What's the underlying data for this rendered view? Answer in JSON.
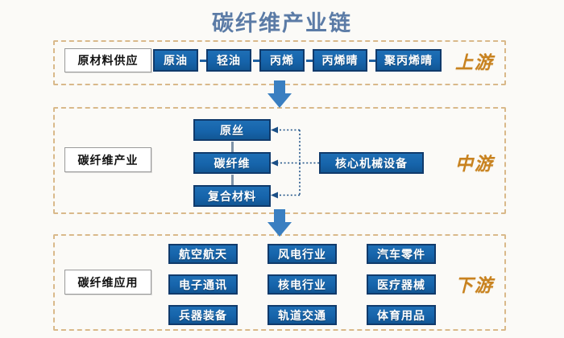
{
  "title": "碳纤维产业链",
  "colors": {
    "background": "#fbfaf7",
    "title": "#5b7ba6",
    "box_fill": "#1664ab",
    "box_border": "#103a6b",
    "section_border": "#d9b98a",
    "stream_label": "#c8821f",
    "big_arrow": "#3a7fc1",
    "chain_arrow": "#1d5fa0",
    "vertical_arrow": "#7e93a8"
  },
  "sections": {
    "upstream": {
      "label": "原材料供应",
      "stream": "上游",
      "chain": [
        "原油",
        "轻油",
        "丙烯",
        "丙烯晴",
        "聚丙烯晴"
      ]
    },
    "midstream": {
      "label": "碳纤维产业",
      "stream": "中游",
      "chain": [
        "原丝",
        "碳纤维",
        "复合材料"
      ],
      "side_node": "核心机械设备"
    },
    "downstream": {
      "label": "碳纤维应用",
      "stream": "下游",
      "grid": [
        [
          "航空航天",
          "风电行业",
          "汽车零件"
        ],
        [
          "电子通讯",
          "核电行业",
          "医疗器械"
        ],
        [
          "兵器装备",
          "轨道交通",
          "体育用品"
        ]
      ]
    }
  },
  "connectors": {
    "upstream_to_midstream": "down-arrow",
    "midstream_to_downstream": "down-arrow"
  }
}
